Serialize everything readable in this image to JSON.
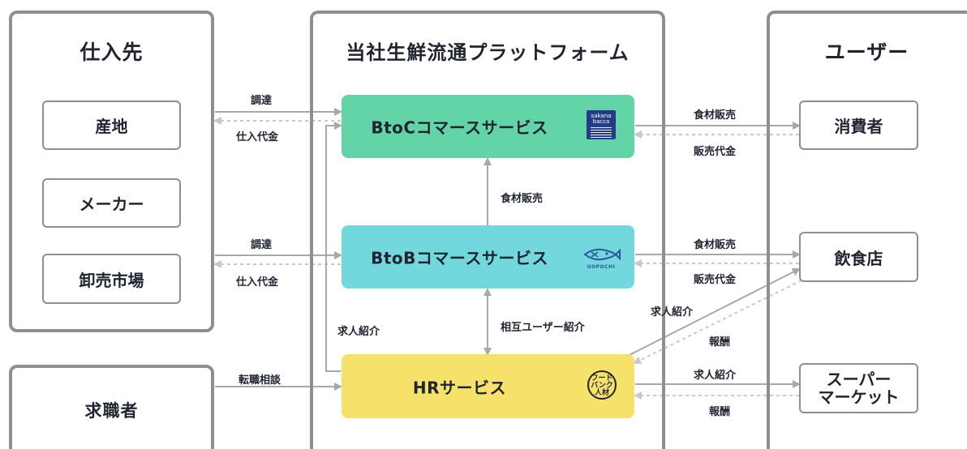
{
  "panels": {
    "suppliers": {
      "title": "仕入先",
      "nodes": [
        "産地",
        "メーカー",
        "卸売市場"
      ]
    },
    "platform": {
      "title": "当社生鮮流通プラットフォーム"
    },
    "users": {
      "title": "ユーザー",
      "nodes": [
        "消費者",
        "飲食店",
        "スーパー\nマーケット"
      ]
    },
    "job_seeker": {
      "title": "求職者"
    }
  },
  "services": {
    "btoc": {
      "label": "BtoCコマースサービス",
      "color": "#63d3a8",
      "logo": "sakana-bacca-logo",
      "logo_text": "sakana\nbacca"
    },
    "btob": {
      "label": "BtoBコマースサービス",
      "color": "#73d8de",
      "logo": "uopochi-logo",
      "logo_text": "UOPOCHI"
    },
    "hr": {
      "label": "HRサービス",
      "color": "#f6e26b",
      "logo": "food-hr-logo",
      "logo_text": "フード\nバンク\n人材"
    }
  },
  "flows": {
    "left_top_in": "調達",
    "left_top_out": "仕入代金",
    "left_mid_in": "調達",
    "left_mid_out": "仕入代金",
    "left_bottom_in": "転職相談",
    "right_top_out": "食材販売",
    "right_top_in": "販売代金",
    "right_mid_out": "食材販売",
    "right_mid_in": "販売代金",
    "right_hr_to_restaurant": "求人紹介",
    "right_hr_from_restaurant": "報酬",
    "right_bottom_out": "求人紹介",
    "right_bottom_in": "報酬",
    "center_btob_to_btoc": "食材販売",
    "center_hr_btob": "相互ユーザー紹介",
    "center_hr_left": "求人紹介"
  },
  "colors": {
    "arrow": "#a8a8a8",
    "dashed_arrow": "#c8c8c8",
    "panel_border": "#8f8f8f"
  }
}
